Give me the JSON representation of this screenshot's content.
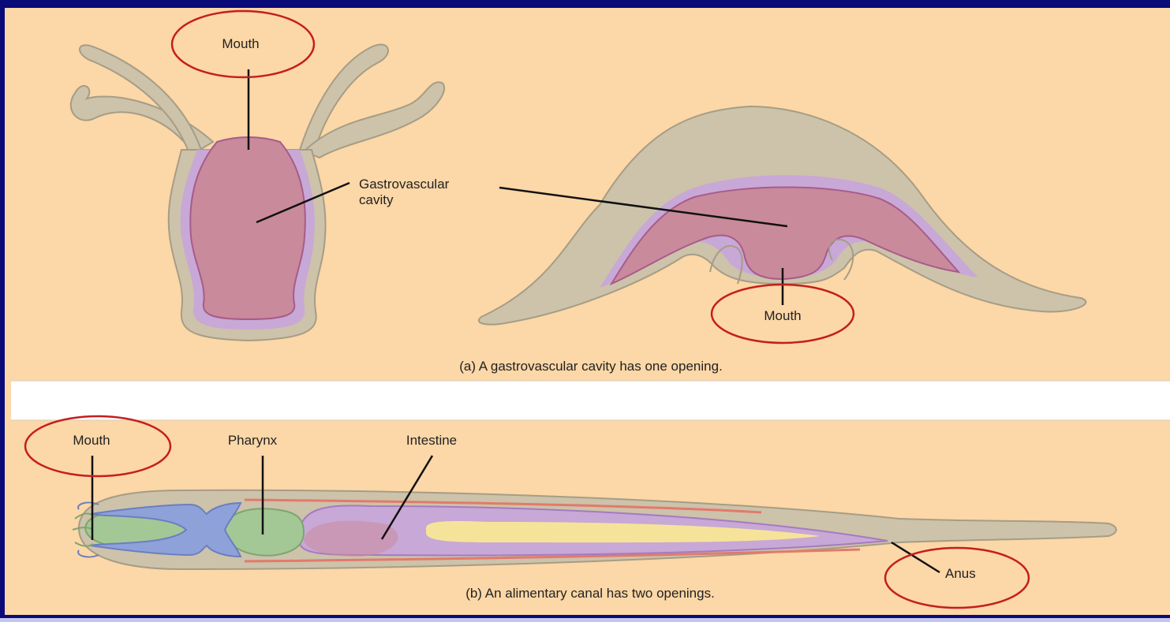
{
  "panel_a": {
    "labels": {
      "mouth_top": "Mouth",
      "gastrovascular_line1": "Gastrovascular",
      "gastrovascular_line2": "cavity",
      "mouth_right": "Mouth"
    },
    "caption": "(a) A gastrovascular cavity has one opening."
  },
  "panel_b": {
    "labels": {
      "mouth": "Mouth",
      "pharynx": "Pharynx",
      "intestine": "Intestine",
      "anus": "Anus"
    },
    "caption": "(b) An alimentary canal has two openings."
  },
  "colors": {
    "panel_background": "#fcd7a7",
    "body_wall": "#cdc2aa",
    "body_outline": "#a69d86",
    "cavity": "#c98a9c",
    "cavity_outline": "#a85b8a",
    "gastrodermis": "#c8a8d6",
    "highlight_circle": "#c41e1e",
    "pharynx_green": "#a3c896",
    "mouth_blue": "#8ea2d9",
    "intestine_yellow": "#f6e39a",
    "outer_frame": "#0a0a78"
  }
}
